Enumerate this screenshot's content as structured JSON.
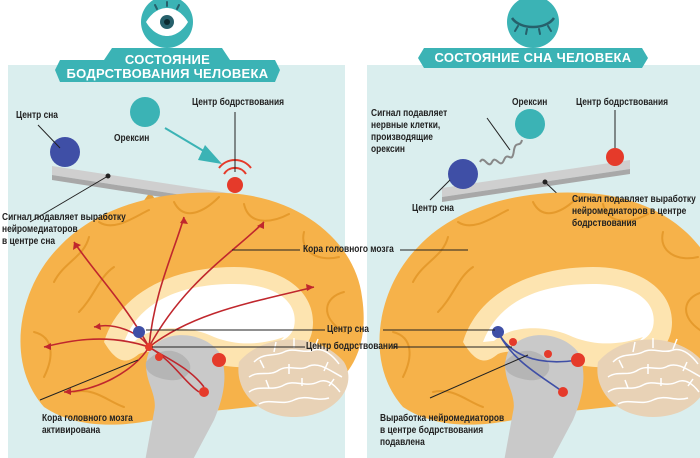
{
  "colors": {
    "panel": "#daeeee",
    "teal": "#3bb3b5",
    "brain": "#f6b24a",
    "brain_light": "#fde4b0",
    "gray": "#c9c9c9",
    "cerebellum": "#e8d2b6",
    "sleep_center": "#3f4fa6",
    "wake_center": "#e53a2a",
    "pathway": "#c0272d"
  },
  "icons": {
    "awake": "open-eye-icon",
    "asleep": "closed-eye-icon"
  },
  "awake": {
    "title_line1": "СОСТОЯНИЕ",
    "title_line2": "БОДРСТВОВАНИЯ ЧЕЛОВЕКА",
    "sleep_center": "Центр сна",
    "orexin": "Орексин",
    "wake_center": "Центр бодрствования",
    "signal_line1": "Сигнал подавляет выработку",
    "signal_line2": "нейромедиаторов",
    "signal_line3": "в центре сна",
    "cortex_activated_line1": "Кора головного мозга",
    "cortex_activated_line2": "активирована"
  },
  "sleep": {
    "title": "СОСТОЯНИЕ СНА ЧЕЛОВЕКА",
    "signal_line1": "Сигнал подавляет",
    "signal_line2": "нервные клетки,",
    "signal_line3": "производящие",
    "signal_line4": "орексин",
    "orexin": "Орексин",
    "wake_center": "Центр бодрствования",
    "sleep_center": "Центр сна",
    "wake_signal_line1": "Сигнал подавляет выработку",
    "wake_signal_line2": "нейромедиаторов в центре",
    "wake_signal_line3": "бодрствования",
    "output_line1": "Выработка нейромедиаторов",
    "output_line2": "в центре бодрствования",
    "output_line3": "подавлена"
  },
  "middle": {
    "cortex": "Кора головного мозга",
    "sleep_center": "Центр сна",
    "wake_center": "Центр бодрствования"
  }
}
